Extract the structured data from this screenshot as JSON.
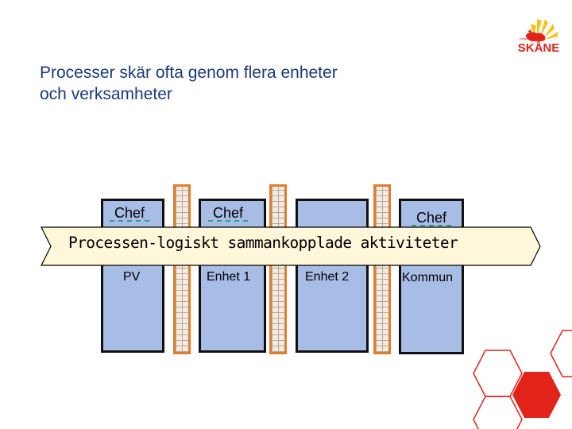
{
  "slide": {
    "title_line1": "Processer skär ofta genom flera enheter",
    "title_line2": "och verksamheter"
  },
  "logo": {
    "name": "SKÅNE",
    "small_text": "Region",
    "colors": {
      "red": "#e2231a",
      "yellow": "#f6c21a"
    }
  },
  "diagram": {
    "chef_label": "Chef",
    "process_arrow_label": "Processen-logiskt sammankopplade aktiviteter",
    "units": [
      {
        "name": "PV",
        "has_chef": true
      },
      {
        "name": "Enhet 1",
        "has_chef": true
      },
      {
        "name": "Enhet 2",
        "has_chef": false
      },
      {
        "name": "Kommun",
        "has_chef": true
      }
    ],
    "colors": {
      "unit_fill": "#a7bde6",
      "wall": "#e07d2e",
      "chef_underline": "#2f9e8f",
      "arrow_fill": "#fff7d9"
    }
  },
  "decoration": {
    "hexagon_color": "#e2231a"
  }
}
